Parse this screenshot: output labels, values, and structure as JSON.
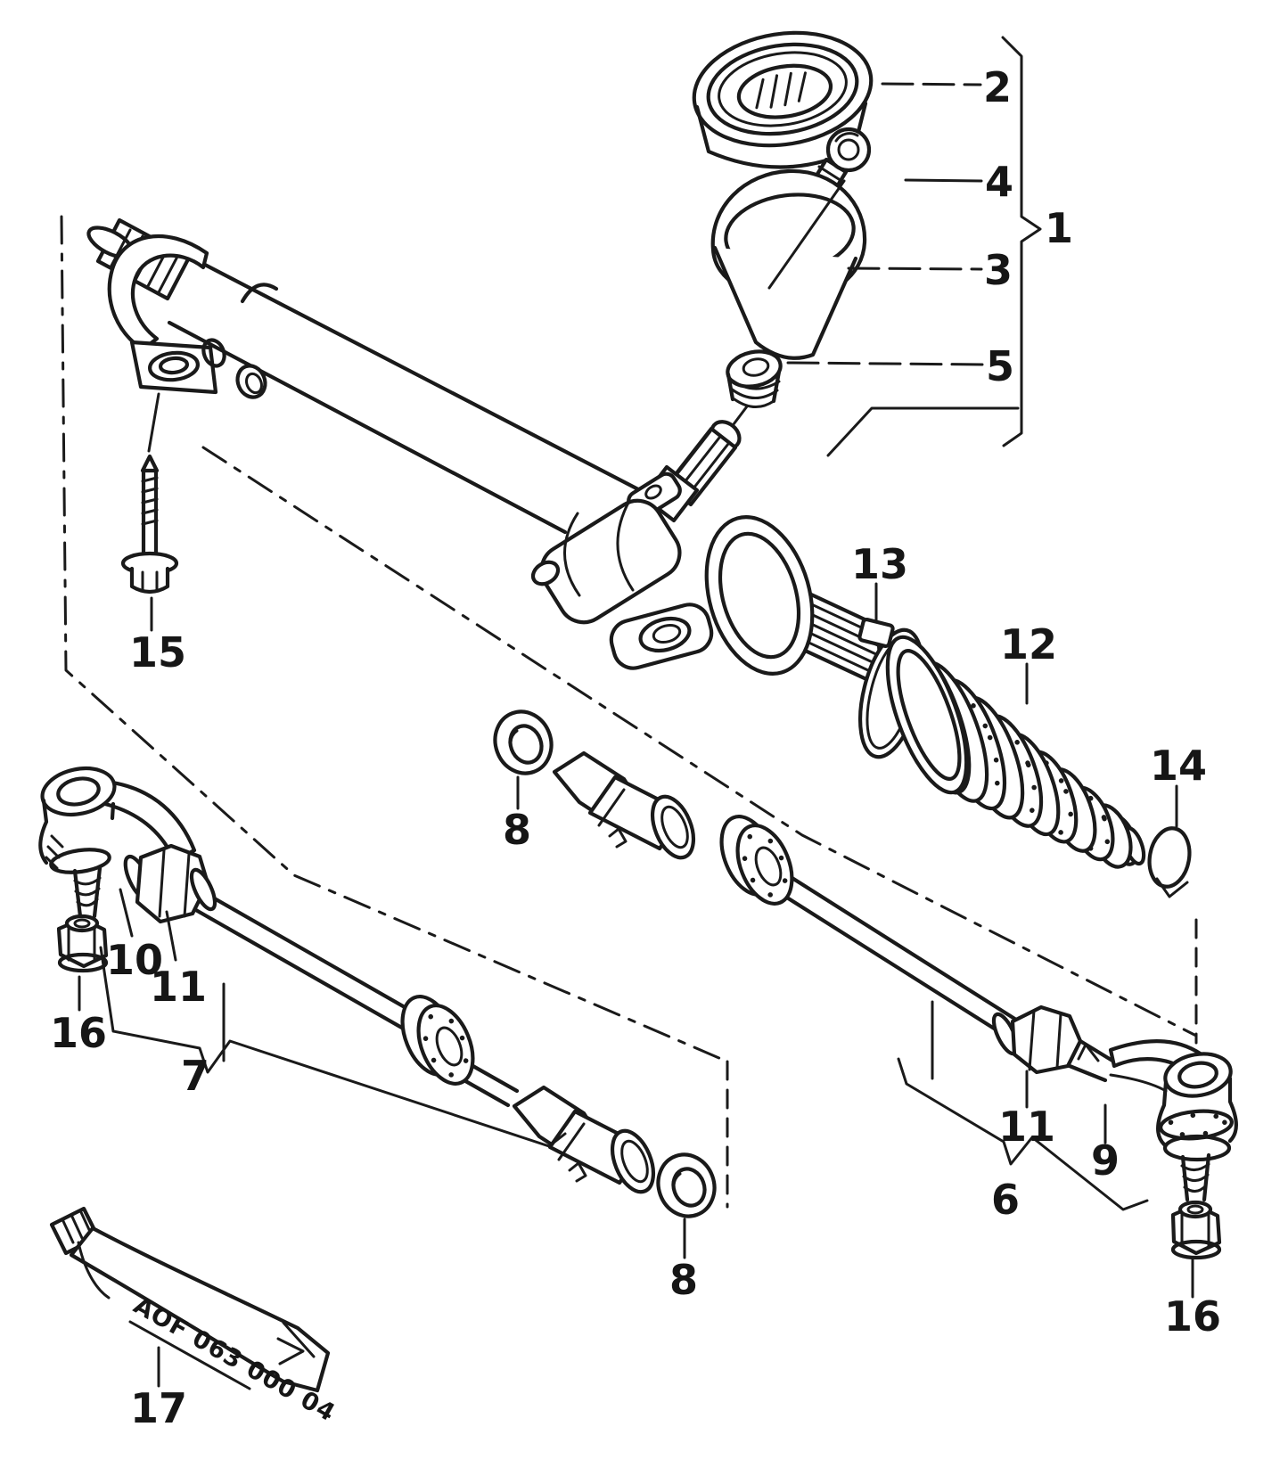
{
  "diagram": {
    "type": "exploded-parts-diagram",
    "subject": "steering gear with tie rods",
    "background": "#ffffff",
    "line_color": "#1a1a1a",
    "tube_code": "AOF 063 000 04",
    "labels": {
      "n1": "1",
      "n2": "2",
      "n3": "3",
      "n4": "4",
      "n5": "5",
      "n6": "6",
      "n7": "7",
      "n8a": "8",
      "n8b": "8",
      "n9": "9",
      "n10": "10",
      "n11a": "11",
      "n11b": "11",
      "n12": "12",
      "n13": "13",
      "n14": "14",
      "n15": "15",
      "n16a": "16",
      "n16b": "16",
      "n17": "17"
    }
  }
}
